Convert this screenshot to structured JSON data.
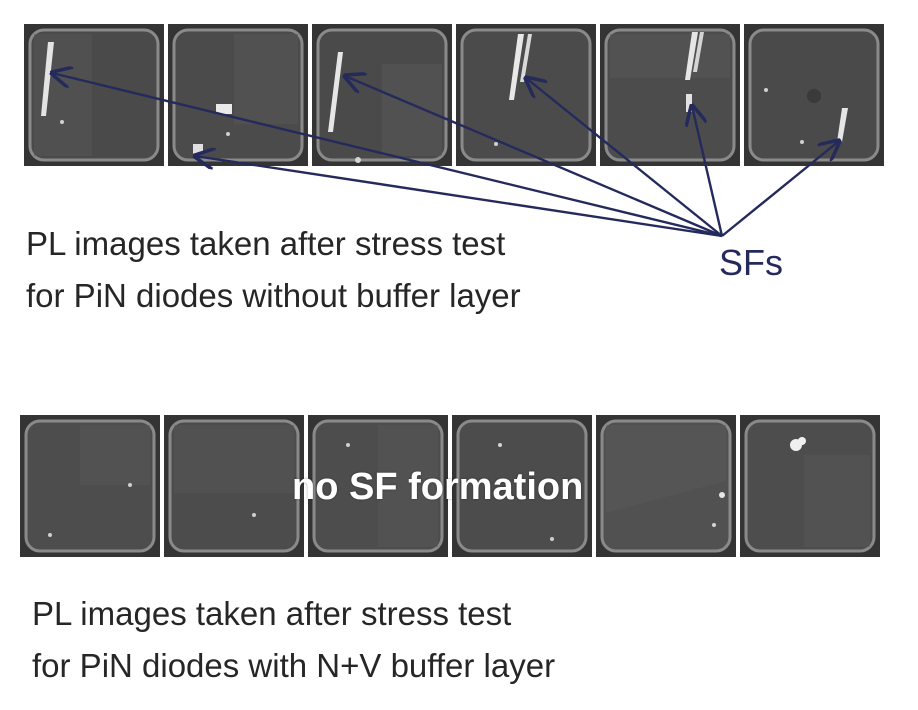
{
  "figure": {
    "top_caption": {
      "line1": "PL images taken after stress test",
      "line2": "for PiN diodes without buffer layer"
    },
    "bottom_caption": {
      "line1": "PL images taken after stress test",
      "line2": "for PiN diodes with N+V buffer layer"
    },
    "arrow_label": "SFs",
    "overlay_label": "no SF formation",
    "colors": {
      "arrow": "#252a5c",
      "caption": "#262626",
      "tile_background": "#303030",
      "tile_frame": "#8a8a8a"
    }
  }
}
